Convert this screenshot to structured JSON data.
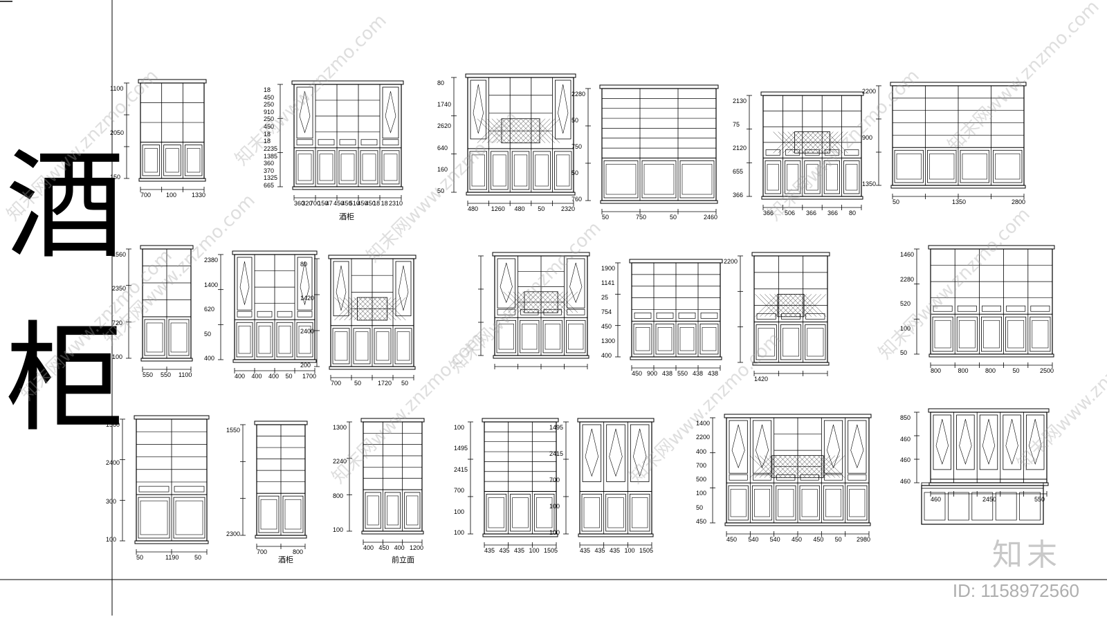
{
  "sheet": {
    "title_chars": [
      "酒",
      "柜"
    ],
    "caption_a": "酒柜",
    "caption_b": "酒柜",
    "caption_c": "前立面"
  },
  "dims": {
    "r1c1": [
      "1100",
      "2050",
      "150",
      "700",
      "100",
      "1330"
    ],
    "r1c2": [
      "18",
      "450",
      "250",
      "910",
      "250",
      "450",
      "18",
      "18",
      "2235",
      "1385",
      "360",
      "370",
      "1325",
      "665",
      "360",
      "320",
      "700",
      "150",
      "47",
      "450",
      "450",
      "510",
      "450",
      "450",
      "18",
      "18",
      "2310"
    ],
    "r1c3": [
      "80",
      "1740",
      "2620",
      "640",
      "160",
      "50",
      "480",
      "1260",
      "480",
      "50",
      "2320"
    ],
    "r1c4": [
      "2280",
      "50",
      "750",
      "50",
      "760",
      "50",
      "750",
      "50",
      "2460"
    ],
    "r1c5": [
      "2130",
      "75",
      "2120",
      "655",
      "366",
      "366",
      "506",
      "366",
      "366",
      "80"
    ],
    "r1c6": [
      "2200",
      "900",
      "1350",
      "50",
      "1350",
      "2800"
    ],
    "r2c1": [
      "1560",
      "2350",
      "720",
      "100",
      "550",
      "550",
      "1100"
    ],
    "r2c2": [
      "2380",
      "1400",
      "620",
      "50",
      "400",
      "400",
      "400",
      "400",
      "50",
      "1700"
    ],
    "r2c3": [
      "80",
      "1420",
      "2400",
      "200",
      "700",
      "50",
      "1720",
      "50"
    ],
    "r2c5": [
      "1900",
      "1141",
      "25",
      "754",
      "450",
      "1300",
      "400",
      "450",
      "900",
      "438",
      "550",
      "438",
      "438"
    ],
    "r2c6": [
      "2200",
      "1420"
    ],
    "r2c7": [
      "1460",
      "2280",
      "520",
      "100",
      "50",
      "800",
      "800",
      "800",
      "50",
      "2500"
    ],
    "r3c1": [
      "1560",
      "2400",
      "300",
      "100",
      "50",
      "1190",
      "50"
    ],
    "r3c2": [
      "1550",
      "2300",
      "700",
      "800"
    ],
    "r3c3": [
      "1300",
      "2240",
      "800",
      "100",
      "400",
      "450",
      "400",
      "1200"
    ],
    "r3c4": [
      "100",
      "1495",
      "2415",
      "700",
      "100",
      "100",
      "435",
      "435",
      "435",
      "100",
      "1505"
    ],
    "r3c5": [
      "1495",
      "2415",
      "700",
      "100",
      "100",
      "435",
      "435",
      "435",
      "100",
      "1505"
    ],
    "r3c6": [
      "1400",
      "2200",
      "400",
      "700",
      "500",
      "100",
      "50",
      "450",
      "450",
      "540",
      "540",
      "450",
      "450",
      "50",
      "2980"
    ],
    "r3c7": [
      "850",
      "460",
      "460",
      "460",
      "460",
      "2450",
      "550"
    ]
  },
  "watermarks": [
    "知末网www.znzmo.com",
    "知末网www.znzmo.com",
    "知末网www.znzmo.com",
    "知末网www.znzmo.com",
    "知末网www.znzmo.com",
    "知末网www.znzmo.com",
    "知末网www.znzmo.com",
    "知末网www.znzmo.com",
    "知末网www.znzmo.com",
    "知末网www.znzmo.com",
    "知末网www.znzmo.com",
    "知末网www.znzmo.com"
  ],
  "brand": {
    "name": "知末",
    "id": "ID: 1158972560"
  }
}
